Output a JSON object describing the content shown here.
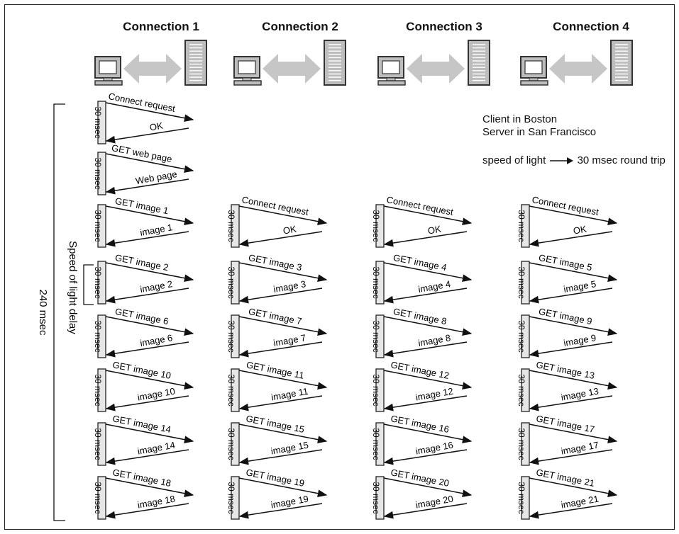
{
  "headers": [
    "Connection 1",
    "Connection 2",
    "Connection 3",
    "Connection 4"
  ],
  "notes": {
    "line1": "Client in Boston",
    "line2": "Server in San Francisco",
    "speed_a": "speed of light",
    "speed_b": "30 msec round trip"
  },
  "total_label": "240 msec",
  "delay_label": "Speed of light delay",
  "round_trip_label": "30 msec",
  "exchanges": [
    {
      "col": 0,
      "row": 0,
      "send": "Connect request",
      "reply": "OK"
    },
    {
      "col": 0,
      "row": 1,
      "send": "GET web page",
      "reply": "Web page"
    },
    {
      "col": 0,
      "row": 2,
      "send": "GET image 1",
      "reply": "image 1"
    },
    {
      "col": 0,
      "row": 3,
      "send": "GET image 2",
      "reply": "image 2"
    },
    {
      "col": 0,
      "row": 4,
      "send": "GET image 6",
      "reply": "image 6"
    },
    {
      "col": 0,
      "row": 5,
      "send": "GET image 10",
      "reply": "image 10"
    },
    {
      "col": 0,
      "row": 6,
      "send": "GET image 14",
      "reply": "image 14"
    },
    {
      "col": 0,
      "row": 7,
      "send": "GET image 18",
      "reply": "image 18"
    },
    {
      "col": 1,
      "row": 2,
      "send": "Connect request",
      "reply": "OK"
    },
    {
      "col": 1,
      "row": 3,
      "send": "GET image 3",
      "reply": "image 3"
    },
    {
      "col": 1,
      "row": 4,
      "send": "GET image 7",
      "reply": "image 7"
    },
    {
      "col": 1,
      "row": 5,
      "send": "GET image 11",
      "reply": "image 11"
    },
    {
      "col": 1,
      "row": 6,
      "send": "GET image 15",
      "reply": "image 15"
    },
    {
      "col": 1,
      "row": 7,
      "send": "GET image 19",
      "reply": "image 19"
    },
    {
      "col": 2,
      "row": 2,
      "send": "Connect request",
      "reply": "OK"
    },
    {
      "col": 2,
      "row": 3,
      "send": "GET image 4",
      "reply": "image 4"
    },
    {
      "col": 2,
      "row": 4,
      "send": "GET image 8",
      "reply": "image 8"
    },
    {
      "col": 2,
      "row": 5,
      "send": "GET image 12",
      "reply": "image 12"
    },
    {
      "col": 2,
      "row": 6,
      "send": "GET image 16",
      "reply": "image 16"
    },
    {
      "col": 2,
      "row": 7,
      "send": "GET image 20",
      "reply": "image 20"
    },
    {
      "col": 3,
      "row": 2,
      "send": "Connect request",
      "reply": "OK"
    },
    {
      "col": 3,
      "row": 3,
      "send": "GET image 5",
      "reply": "image 5"
    },
    {
      "col": 3,
      "row": 4,
      "send": "GET image 9",
      "reply": "image 9"
    },
    {
      "col": 3,
      "row": 5,
      "send": "GET image 13",
      "reply": "image 13"
    },
    {
      "col": 3,
      "row": 6,
      "send": "GET image 17",
      "reply": "image 17"
    },
    {
      "col": 3,
      "row": 7,
      "send": "GET image 21",
      "reply": "image 21"
    }
  ],
  "colors": {
    "device_fill": "#bdbdbd",
    "device_stroke": "#333333",
    "link_arrow": "#c6c6c6",
    "bar_fill": "#e6e6e6"
  },
  "icons": [
    "client-computer-icon",
    "bidirectional-link-icon",
    "server-tower-icon"
  ]
}
